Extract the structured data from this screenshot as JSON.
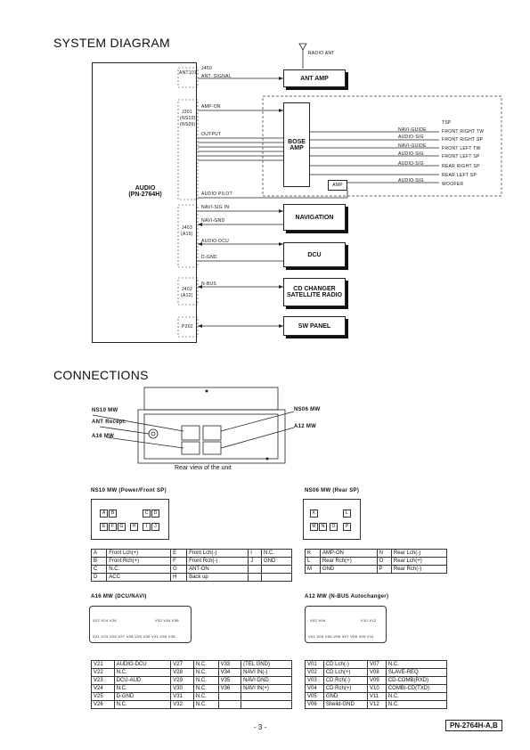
{
  "titles": {
    "system_diagram": "SYSTEM DIAGRAM",
    "connections": "CONNECTIONS"
  },
  "audio": {
    "name_line1": "AUDIO",
    "name_line2": "(PN-2764H)"
  },
  "jacks": {
    "j450": "J450",
    "ant101": "ANT101",
    "j301_l1": "J301",
    "j301_l2": "(NS10)",
    "j301_l3": "(NS06)",
    "j403_l1": "J403",
    "j403_l2": "(A16)",
    "j402_l1": "J402",
    "j402_l2": "(A12)",
    "p202": "P202"
  },
  "signals": {
    "ant_signal": "ANT. SIGNAL",
    "amp_on": "AMP-ON",
    "output": "OUTPUT",
    "audio_pilot": "AUDIO PILOT",
    "navi_sig_in": "NAVI-SIG IN",
    "navi_gnd": "NAVI-GND",
    "audio_dcu": "AUDIO-DCU",
    "d_gnd": "D-GND",
    "n_bus": "N-BUS"
  },
  "components": {
    "radio_ant": "RADIO ANT",
    "ant_amp": "ANT AMP",
    "bose_l1": "BOSE",
    "bose_l2": "AMP",
    "amp_small": "AMP",
    "navigation": "NAVIGATION",
    "dcu": "DCU",
    "cd_l1": "CD CHANGER",
    "cd_l2": "SATELLITE RADIO",
    "sw_panel": "SW PANEL"
  },
  "speakers": {
    "tsp": "TSP",
    "items": [
      "FRONT RIGHT TW",
      "FRONT RIGHT SP",
      "FRONT LEFT TW",
      "FRONT LEFT SP",
      "REAR RIGHT SP",
      "REAR LEFT SP",
      "WOOFER"
    ]
  },
  "bose_inputs": [
    "NAVI-GUIDE",
    "AUDIO-SIG",
    "NAVI-GUIDE",
    "AUDIO-SIG",
    "AUDIO-SIG",
    "AUDIO-SIG"
  ],
  "unit": {
    "ns10": "NS10 MW",
    "ant_recept": "ANT Recept.",
    "a16": "A16 MW",
    "ns06": "NS06 MW",
    "a12": "A12 MW",
    "caption": "Rear view of the unit"
  },
  "ns10": {
    "title": "NS10 MW (Power/Front SP)",
    "row1_pins": [
      "A",
      "B",
      "C",
      "D"
    ],
    "row2_pins": [
      "E",
      "F",
      "G",
      "H",
      "I",
      "J"
    ],
    "table": [
      [
        "A",
        "Front Lch(+)",
        "E",
        "Front Lch(-)",
        "I",
        "N.C."
      ],
      [
        "B",
        "Front Rch(+)",
        "F",
        "Front Rch(-)",
        "J",
        "GND"
      ],
      [
        "C",
        "N.C.",
        "G",
        "ANT-ON",
        "",
        ""
      ],
      [
        "D",
        "ACC",
        "H",
        "Back up",
        "",
        ""
      ]
    ]
  },
  "ns06": {
    "title": "NS06 MW (Rear SP)",
    "row1_pins": [
      "K",
      "L"
    ],
    "row2_pins": [
      "M",
      "N",
      "O",
      "P"
    ],
    "table": [
      [
        "K",
        "AMP-ON",
        "N",
        "Rear Lch(-)"
      ],
      [
        "L",
        "Rear Rch(+)",
        "O",
        "Rear Lch(+)"
      ],
      [
        "M",
        "GND",
        "P",
        "Rear Rch(-)"
      ]
    ]
  },
  "a16": {
    "title": "A16 MW (DCU/NAVI)",
    "top_left": "V22 V24 V26",
    "top_right": "V32 V34 V36",
    "bottom": "V21 V23 V25 V27 V28 V29 V30 V31 V33 V35",
    "table": [
      [
        "V21",
        "AUDIO-DCU",
        "V27",
        "N.C.",
        "V33",
        "(TEL GND)"
      ],
      [
        "V22",
        "N.C.",
        "V28",
        "N.C.",
        "V34",
        "NAVI IN(-)"
      ],
      [
        "V23",
        "DCU-AUD",
        "V29",
        "N.C.",
        "V35",
        "NAVI GND"
      ],
      [
        "V24",
        "N.C.",
        "V30",
        "N.C.",
        "V36",
        "NAVI IN(+)"
      ],
      [
        "V25",
        "D-GND",
        "V31",
        "N.C.",
        "",
        ""
      ],
      [
        "V26",
        "N.C.",
        "V32",
        "N.C.",
        "",
        ""
      ]
    ]
  },
  "a12": {
    "title": "A12 MW (N-BUS Autochanger)",
    "top_left": "V02 V04",
    "top_right": "V10 V12",
    "bottom": "V01 V03 V05 V06 V07 V08 V09 V11",
    "table": [
      [
        "V01",
        "CD Lch(-)",
        "V07",
        "N.C."
      ],
      [
        "V02",
        "CD Lch(+)",
        "V08",
        "SLAVE-REQ"
      ],
      [
        "V03",
        "CD Rch(-)",
        "V09",
        "CD-COMB(RXD)"
      ],
      [
        "V04",
        "CD Rch(+)",
        "V10",
        "COMBI-CD(TXD)"
      ],
      [
        "V05",
        "GND",
        "V11",
        "N.C."
      ],
      [
        "V06",
        "Sheild-GND",
        "V12",
        "N.C."
      ]
    ]
  },
  "footer": {
    "page": "- 3 -",
    "model": "PN-2764H-A,B"
  }
}
